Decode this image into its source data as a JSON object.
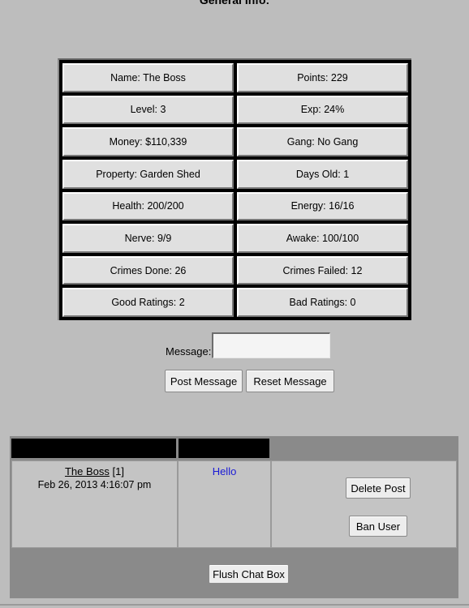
{
  "page": {
    "title": "General Info:"
  },
  "info": [
    [
      "Name: The Boss",
      "Points: 229"
    ],
    [
      "Level: 3",
      "Exp: 24%"
    ],
    [
      "Money: $110,339",
      "Gang: No Gang"
    ],
    [
      "Property: Garden Shed",
      "Days Old: 1"
    ],
    [
      "Health: 200/200",
      "Energy: 16/16"
    ],
    [
      "Nerve: 9/9",
      "Awake: 100/100"
    ],
    [
      "Crimes Done: 26",
      "Crimes Failed: 12"
    ],
    [
      "Good Ratings: 2",
      "Bad Ratings: 0"
    ]
  ],
  "message_form": {
    "label": "Message:",
    "value": "",
    "post_button": "Post Message",
    "reset_button": "Reset Message"
  },
  "chat": {
    "posts": [
      {
        "poster": "The Boss",
        "poster_id": "[1]",
        "date": "Feb 26, 2013 4:16:07 pm",
        "text": "Hello",
        "delete_button": "Delete Post",
        "ban_button": "Ban User"
      }
    ],
    "flush_button": "Flush Chat Box"
  },
  "colors": {
    "background": "#bdbdbd",
    "cell": "#e0e0e0",
    "chat_frame": "#8a8a8a",
    "post_text": "#1a1ad6"
  }
}
